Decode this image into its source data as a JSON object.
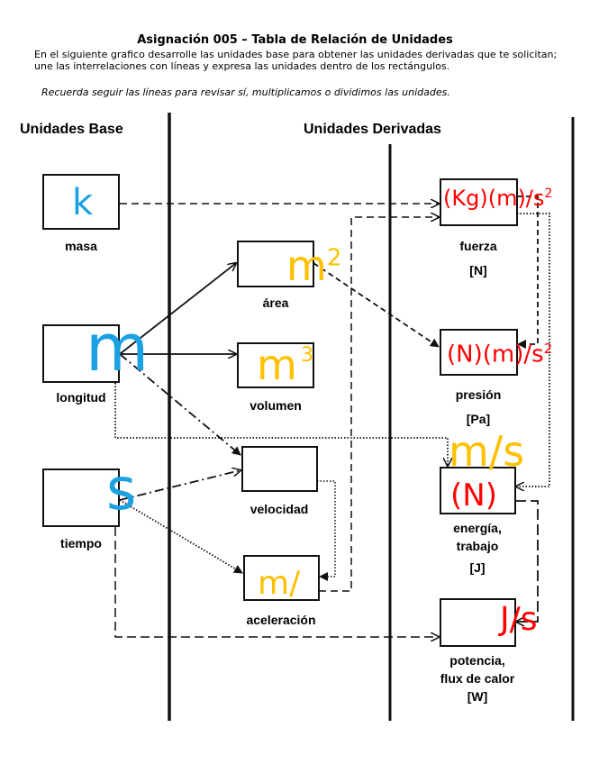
{
  "header": {
    "title": "Asignación 005 – Tabla de Relación de Unidades",
    "intro": "En el siguiente grafico desarrolle las unidades base para obtener las unidades derivadas que te solicitan; une las interrelaciones con líneas y expresa las unidades dentro de los rectángulos.",
    "note": "Recuerda seguir las líneas para revisar sí, multiplicamos o dividimos las unidades."
  },
  "columns": {
    "base": "Unidades Base",
    "derived": "Unidades Derivadas"
  },
  "base_units": {
    "masa": {
      "label": "masa",
      "answer": "k"
    },
    "longitud": {
      "label": "longitud",
      "answer": "m"
    },
    "tiempo": {
      "label": "tiempo",
      "answer": "s"
    }
  },
  "derived_units": {
    "area": {
      "label": "área",
      "answer": "m",
      "answer_sup": "2"
    },
    "volumen": {
      "label": "volumen",
      "answer": "m",
      "answer_exp": "3"
    },
    "velocidad": {
      "label": "velocidad",
      "answer": "m/s"
    },
    "aceleracion": {
      "label": "aceleración",
      "answer": "m/"
    },
    "fuerza": {
      "label": "fuerza",
      "unit": "[N]",
      "answer": "(Kg)(m)/s",
      "answer_sup": "2"
    },
    "presion": {
      "label": "presión",
      "unit": "[Pa]",
      "answer": "(N)(m)/s",
      "answer_sup": "2"
    },
    "energia": {
      "label1": "energía,",
      "label2": "trabajo",
      "unit": "[J]",
      "answer": "(N)"
    },
    "potencia": {
      "label1": "potencia,",
      "label2": "flux de calor",
      "unit": "[W]",
      "answer": "J/s"
    }
  },
  "colors": {
    "base_answer": "#1ba1e2",
    "derived_answer_orange": "#ffc000",
    "derived_answer_red": "#ff0000"
  }
}
